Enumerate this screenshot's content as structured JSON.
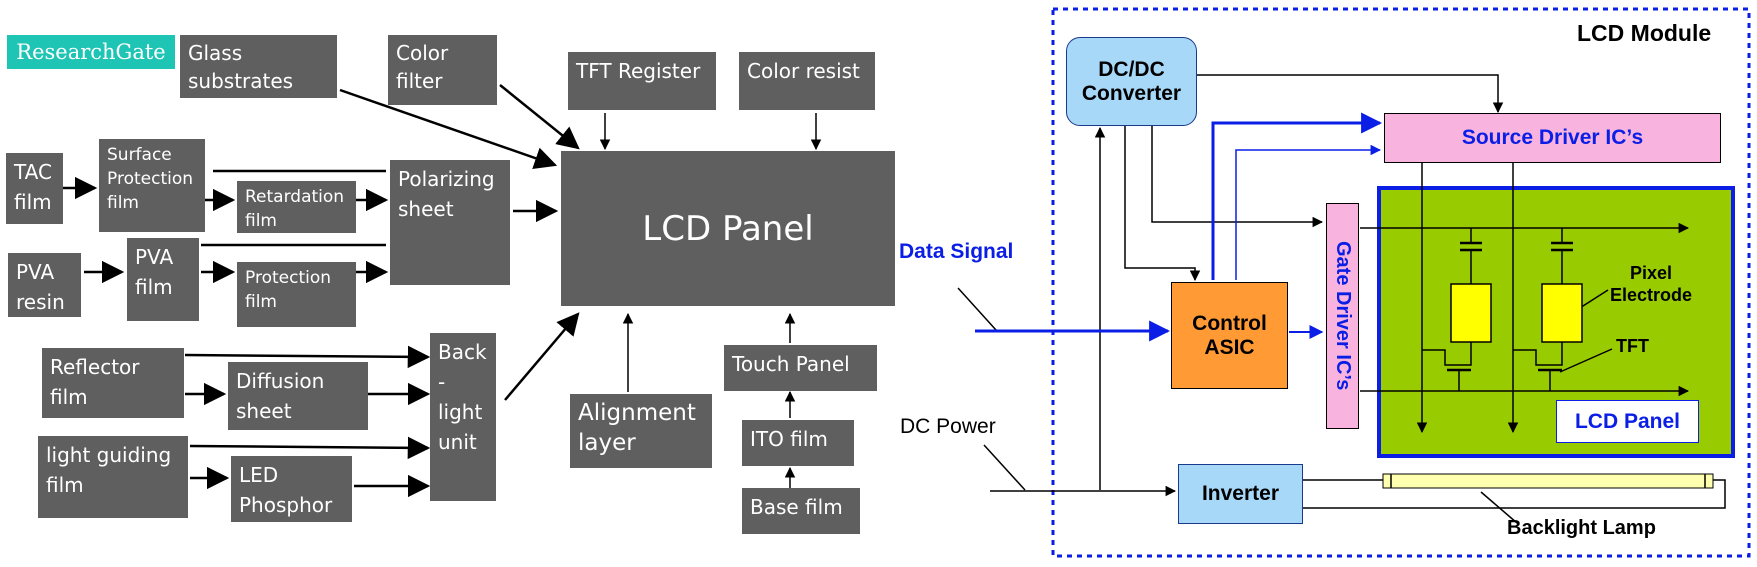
{
  "watermark": "ResearchGate",
  "left": {
    "glass_substrates": "Glass\nsubstrates",
    "color_filter": "Color\nfilter",
    "tft_register": "TFT Register",
    "color_resist": "Color resist",
    "tac_film": "TAC\nfilm",
    "surface_protection_film": "Surface\nProtection\nfilm",
    "retardation_film": "Retardation\nfilm",
    "polarizing_sheet": "Polarizing\nsheet",
    "lcd_panel": "LCD Panel",
    "pva_resin": "PVA\nresin",
    "pva_film": "PVA\nfilm",
    "protection_film": "Protection\nfilm",
    "reflector_film": "Reflector\nfilm",
    "diffusion_sheet": "Diffusion\nsheet",
    "backlight_unit": "Back\n-light\nunit",
    "light_guiding_film": "light guiding\nfilm",
    "led_phosphor": "LED\nPhosphor",
    "alignment_layer": "Alignment\nlayer",
    "touch_panel": "Touch Panel",
    "ito_film": "ITO film",
    "base_film": "Base film"
  },
  "right": {
    "module_title": "LCD Module",
    "dcdc_converter": "DC/DC\nConverter",
    "source_driver": "Source Driver IC’s",
    "gate_driver": "Gate Driver IC’s",
    "control_asic": "Control\nASIC",
    "data_signal": "Data Signal",
    "dc_power": "DC Power",
    "pixel_electrode": "Pixel\nElectrode",
    "tft": "TFT",
    "lcd_panel": "LCD Panel",
    "inverter": "Inverter",
    "backlight_lamp": "Backlight Lamp"
  },
  "colors": {
    "gray_box": "#5f5f5f",
    "watermark_bg": "#1ec4b4",
    "dcdc_fill": "#a8d8f8",
    "source_driver_fill": "#f8b4de",
    "gate_driver_fill": "#f8b4de",
    "control_asic_fill": "#ff9a35",
    "panel_fill": "#99cc00",
    "pixel_fill": "#ffff00",
    "inverter_fill": "#a8d8f8",
    "lamp_fill": "#ffffb0",
    "blue": "#0a1ee6",
    "module_border": "#0a1ee6"
  }
}
